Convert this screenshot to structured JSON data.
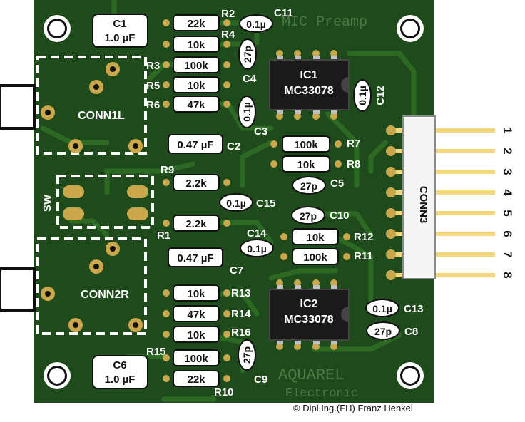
{
  "board": {
    "title": "MIC Preamp",
    "silkscreen_brand": "AQUAREL",
    "silkscreen_sub": "Electronic",
    "copyright": "© Dipl.Ing.(FH) Franz Henkel",
    "colors": {
      "pcb": "#1f4a1c",
      "trace": "#2c6a24",
      "silk": "#ffffff",
      "pad": "#c9a74a",
      "pin": "#f3d77c"
    }
  },
  "connectors": {
    "conn1l": "CONN1L",
    "conn2r": "CONN2R",
    "sw": "SW",
    "conn3": "CONN3",
    "pins": [
      "1",
      "2",
      "3",
      "4",
      "5",
      "6",
      "7",
      "8"
    ]
  },
  "ics": [
    {
      "ref": "IC1",
      "part": "MC33078"
    },
    {
      "ref": "IC2",
      "part": "MC33078"
    }
  ],
  "big_caps": [
    {
      "ref": "C1",
      "value": "1.0 µF"
    },
    {
      "ref": "C6",
      "value": "1.0 µF"
    }
  ],
  "resistors": [
    {
      "ref": "R2",
      "value": "22k"
    },
    {
      "ref": "R4",
      "value": "10k"
    },
    {
      "ref": "R3",
      "value": "100k"
    },
    {
      "ref": "R5",
      "value": "10k"
    },
    {
      "ref": "R6",
      "value": "47k"
    },
    {
      "ref": "R7",
      "value": "100k"
    },
    {
      "ref": "R8",
      "value": "10k"
    },
    {
      "ref": "R9",
      "value": "2.2k"
    },
    {
      "ref": "R1",
      "value": "2.2k"
    },
    {
      "ref": "R12",
      "value": "10k"
    },
    {
      "ref": "R11",
      "value": "100k"
    },
    {
      "ref": "R13",
      "value": "10k"
    },
    {
      "ref": "R14",
      "value": "47k"
    },
    {
      "ref": "R16",
      "value": "10k"
    },
    {
      "ref": "R15",
      "value": "100k"
    },
    {
      "ref": "R10",
      "value": "22k"
    }
  ],
  "film_caps": [
    {
      "ref": "C2",
      "value": "0.47 µF"
    },
    {
      "ref": "C7",
      "value": "0.47 µF"
    }
  ],
  "small_caps": [
    {
      "ref": "C11",
      "value": "0.1µ"
    },
    {
      "ref": "C4",
      "value": "27p"
    },
    {
      "ref": "C3",
      "value": "0.1µ"
    },
    {
      "ref": "C12",
      "value": "0.1µ"
    },
    {
      "ref": "C5",
      "value": "27p"
    },
    {
      "ref": "C15",
      "value": "0.1µ"
    },
    {
      "ref": "C10",
      "value": "27p"
    },
    {
      "ref": "C14",
      "value": "0.1µ"
    },
    {
      "ref": "C13",
      "value": "0.1µ"
    },
    {
      "ref": "C8",
      "value": "27p"
    },
    {
      "ref": "C9",
      "value": "27p"
    }
  ]
}
